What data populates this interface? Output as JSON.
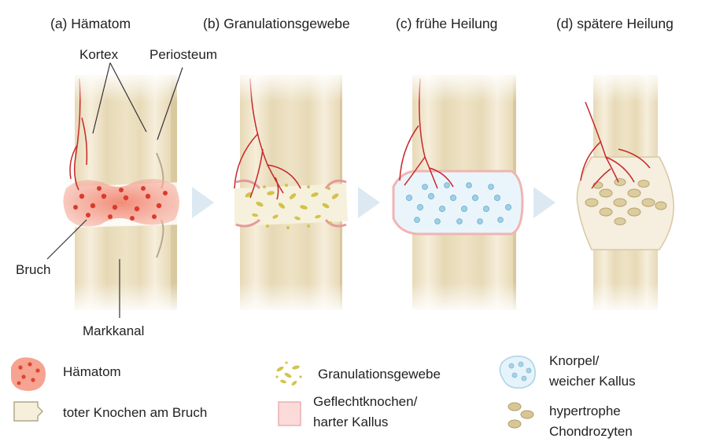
{
  "stages": [
    {
      "title": "(a) Hämatom"
    },
    {
      "title": "(b) Granulationsgewebe"
    },
    {
      "title": "(c) frühe Heilung"
    },
    {
      "title": "(d) spätere Heilung"
    }
  ],
  "labels": {
    "kortex": "Kortex",
    "periosteum": "Periosteum",
    "bruch": "Bruch",
    "markkanal": "Markkanal"
  },
  "legend": {
    "haematom": "Hämatom",
    "toter_knochen": "toter Knochen am Bruch",
    "granulation": "Granulationsgewebe",
    "geflecht_line1": "Geflechtknochen/",
    "geflecht_line2": "harter Kallus",
    "knorpel_line1": "Knorpel/",
    "knorpel_line2": "weicher Kallus",
    "chondro_line1": "hypertrophe",
    "chondro_line2": "Chondrozyten"
  },
  "colors": {
    "bone": "#efe4c8",
    "marrow": "#e0d2ac",
    "vessel": "#c62828",
    "haematoma": "#e8604c",
    "granulation": "#d8cc55",
    "cartilage": "#9fd0e6",
    "woven_bone": "#f6c3c3",
    "chondrocyte": "#d9ca9a",
    "arrow": "#dbe9f3"
  }
}
